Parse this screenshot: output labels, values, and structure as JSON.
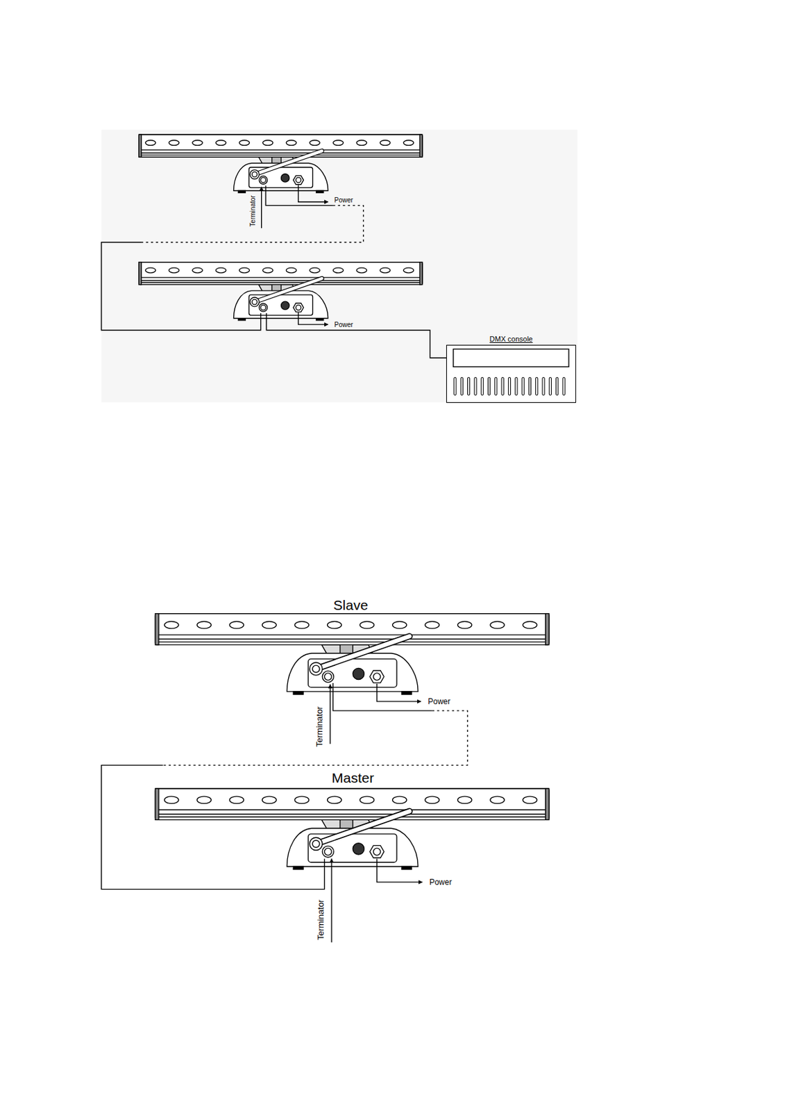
{
  "diagram": {
    "nodes": [
      {
        "text": [
          "DMX console"
        ]
      }
    ],
    "labels": [
      "Power",
      "Terminator",
      "Power",
      "Slave",
      "Power",
      "Terminator",
      "Master",
      "Power",
      "Terminator"
    ]
  }
}
